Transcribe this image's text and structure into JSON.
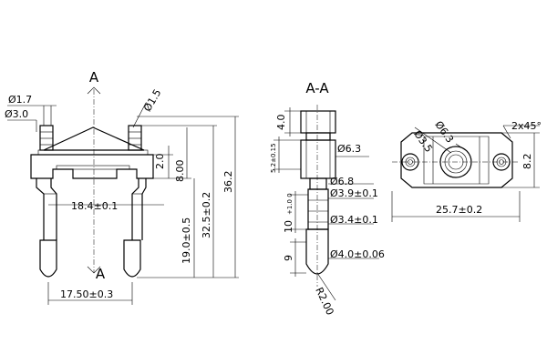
{
  "labels": {
    "section_a_top": "A",
    "section_a_bottom": "A",
    "section_title": "A-A",
    "d_1_7": "Ø1.7",
    "d_3_0": "Ø3.0",
    "d_1_5": "Ø1.5",
    "h_2_0": "2.0",
    "h_8_00": "8.00",
    "w_18_4": "18.4±0.1",
    "h_19_0": "19.0±0.5",
    "h_32_5": "32.5±0.2",
    "h_36_2": "36.2",
    "w_17_50": "17.50±0.3",
    "h_4_0": "4.0",
    "h_5_2": "5.2±0.15",
    "d_6_3_side": "Ø6.3",
    "d_6_8": "Ø6.8",
    "d_3_9": "Ø3.9±0.1",
    "h_10": "10",
    "h_10_tol": "+1.0\n0",
    "d_3_4": "Ø3.4±0.1",
    "h_9": "9",
    "d_4_0": "Ø4.0±0.06",
    "r_2_00": "R2.00",
    "d_3_5": "Ø3.5",
    "d_6_3_top": "Ø6.3",
    "chamfer": "2x45°",
    "w_25_7": "25.7±0.2",
    "h_8_2": "8.2"
  }
}
